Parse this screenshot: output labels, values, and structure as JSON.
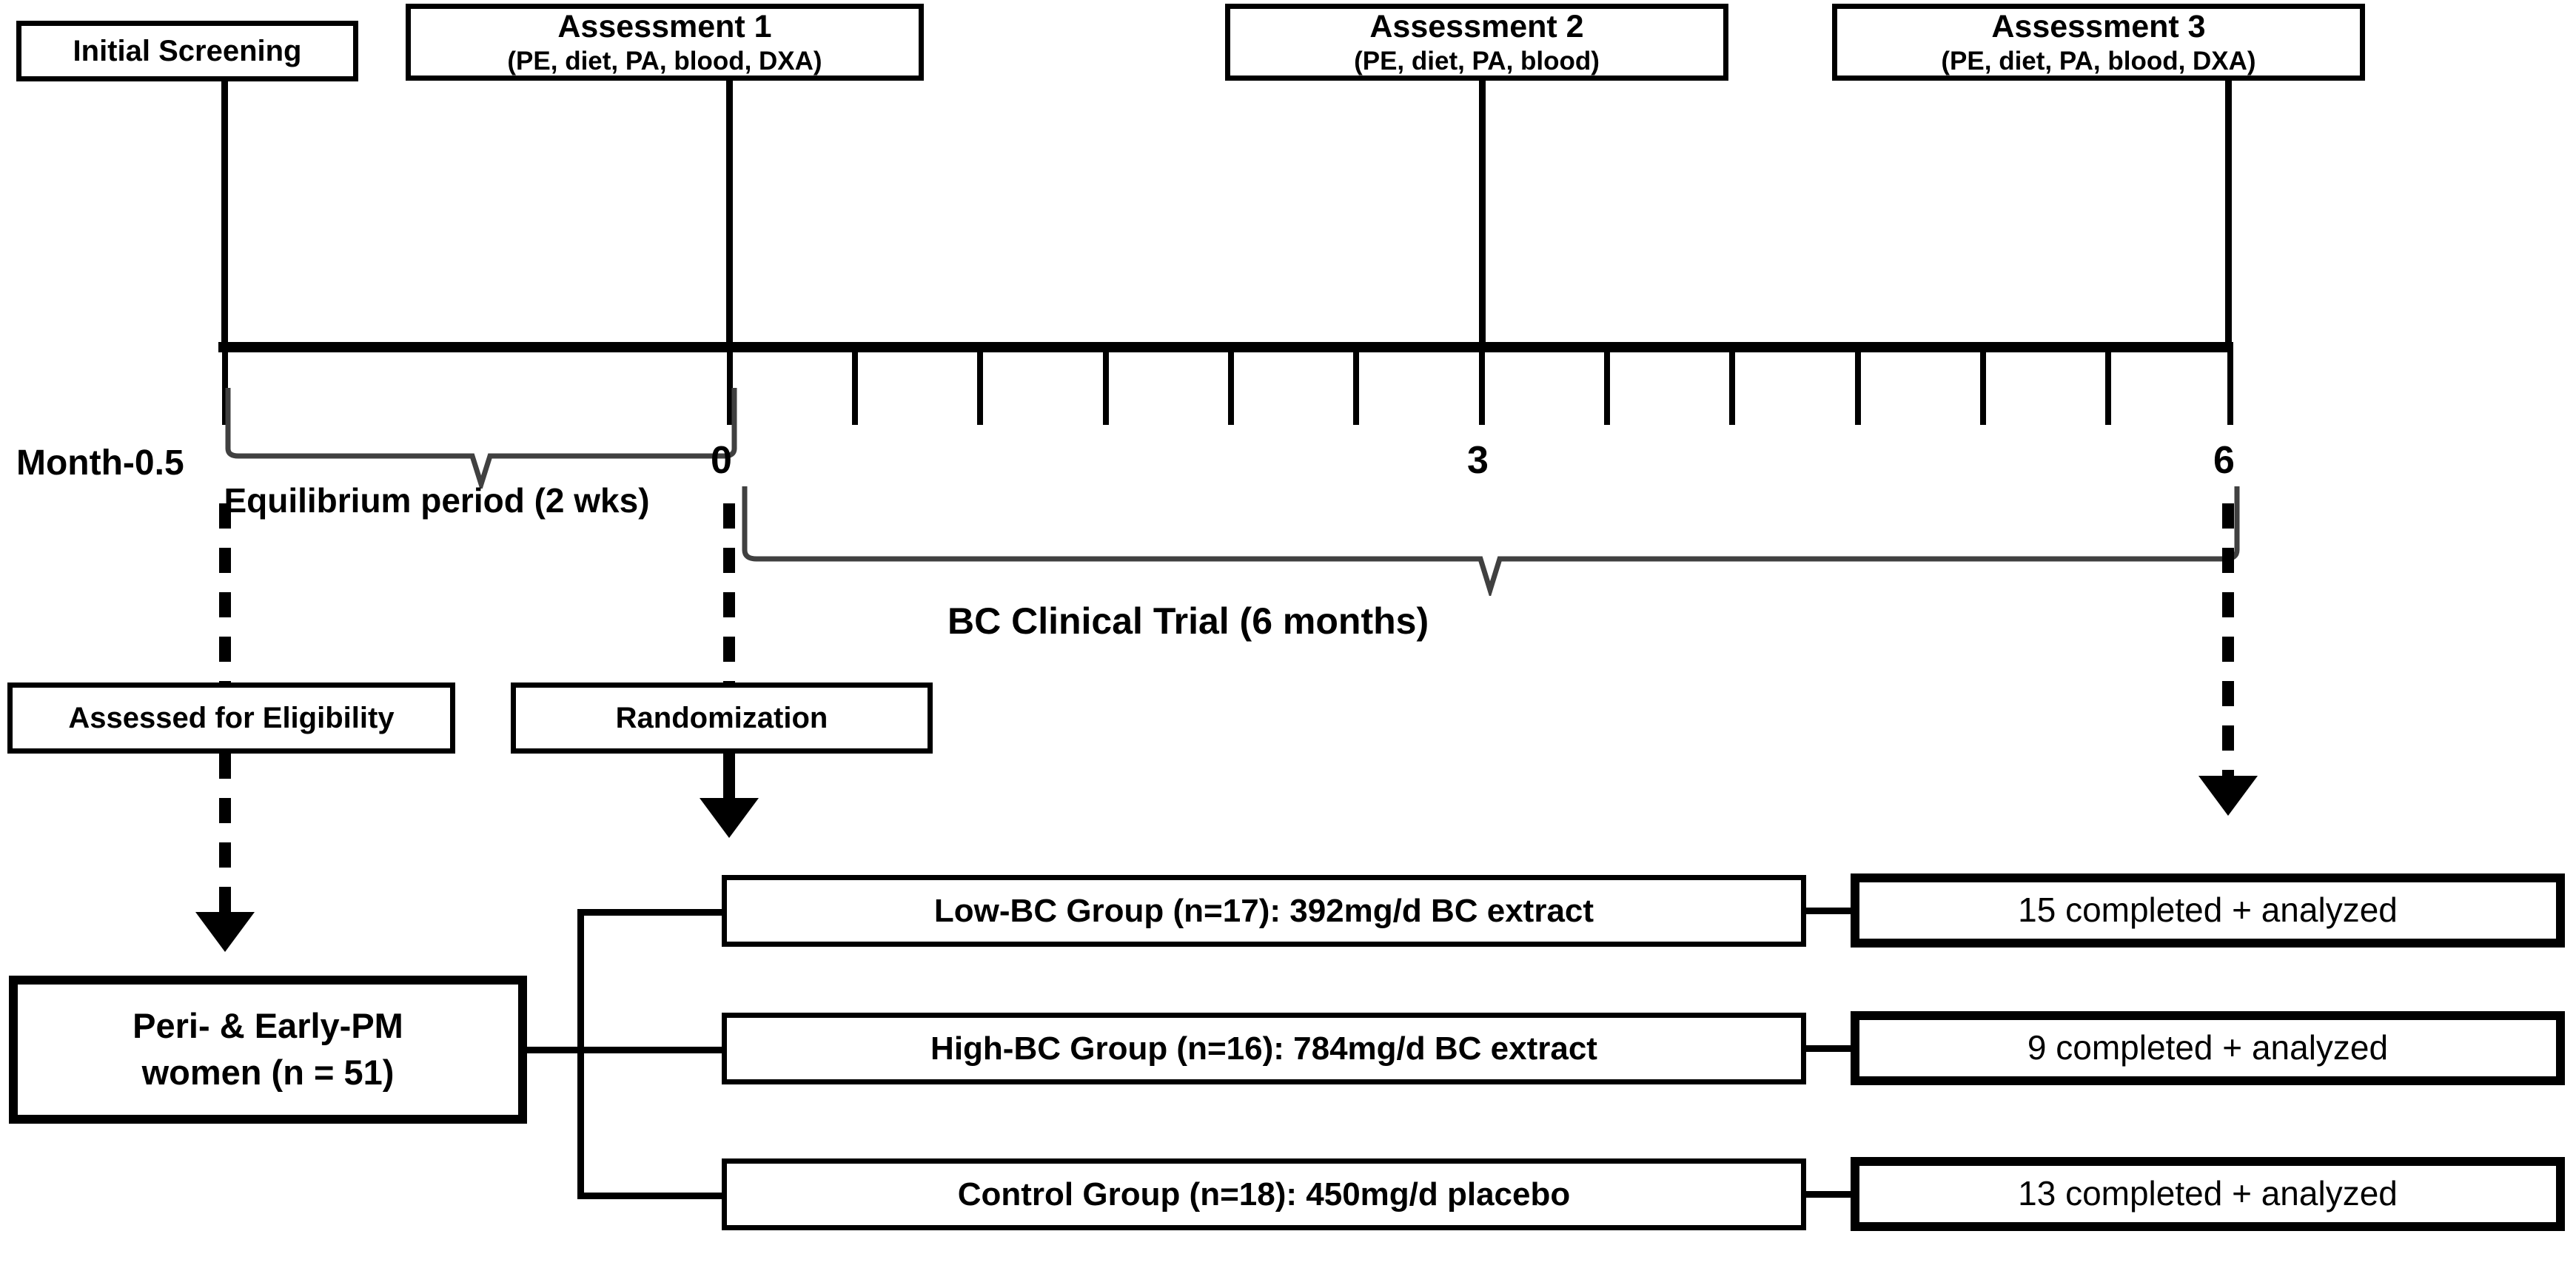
{
  "diagram": {
    "title": "BC Clinical Trial Study Design Flow Diagram",
    "type": "clinical-trial-flow"
  },
  "timeline": {
    "axis_label_prefix": "Month",
    "tick_labels": [
      "Month-0.5",
      "0",
      "3",
      "6"
    ],
    "month_start": "Month-0.5",
    "month_zero": "0",
    "month_three": "3",
    "month_six": "6",
    "tick_count": 13,
    "tick_interval_months": 0.5,
    "axis_range_months": [
      0,
      6
    ]
  },
  "assessments": [
    {
      "id": "initial-screening",
      "title": "Initial Screening",
      "detail": ""
    },
    {
      "id": "assessment-1",
      "title": "Assessment 1",
      "detail": "(PE, diet, PA, blood, DXA)"
    },
    {
      "id": "assessment-2",
      "title": "Assessment 2",
      "detail": "(PE, diet, PA, blood)"
    },
    {
      "id": "assessment-3",
      "title": "Assessment 3",
      "detail": "(PE, diet, PA, blood, DXA)"
    }
  ],
  "periods": {
    "equilibrium": {
      "line1": "Equilibrium period",
      "line2": "(2 wks)"
    },
    "trial": {
      "label": "BC Clinical Trial (6 months)"
    }
  },
  "flow": {
    "eligibility": {
      "label": "Assessed for Eligibility"
    },
    "randomization": {
      "label": "Randomization"
    },
    "enrolled": {
      "line1": "Peri- & Early-PM",
      "line2": "women  (n = 51)"
    },
    "groups": [
      {
        "id": "low-bc",
        "label": "Low-BC Group (n=17): 392mg/d BC extract"
      },
      {
        "id": "high-bc",
        "label": "High-BC Group (n=16): 784mg/d BC extract"
      },
      {
        "id": "control",
        "label": "Control Group (n=18): 450mg/d placebo"
      }
    ],
    "outcomes": [
      {
        "id": "low-bc-outcome",
        "label": "15 completed + analyzed"
      },
      {
        "id": "high-bc-outcome",
        "label": "9 completed + analyzed"
      },
      {
        "id": "control-outcome",
        "label": "13 completed + analyzed"
      }
    ]
  },
  "colors": {
    "ink": "#000000",
    "paper": "#ffffff"
  }
}
